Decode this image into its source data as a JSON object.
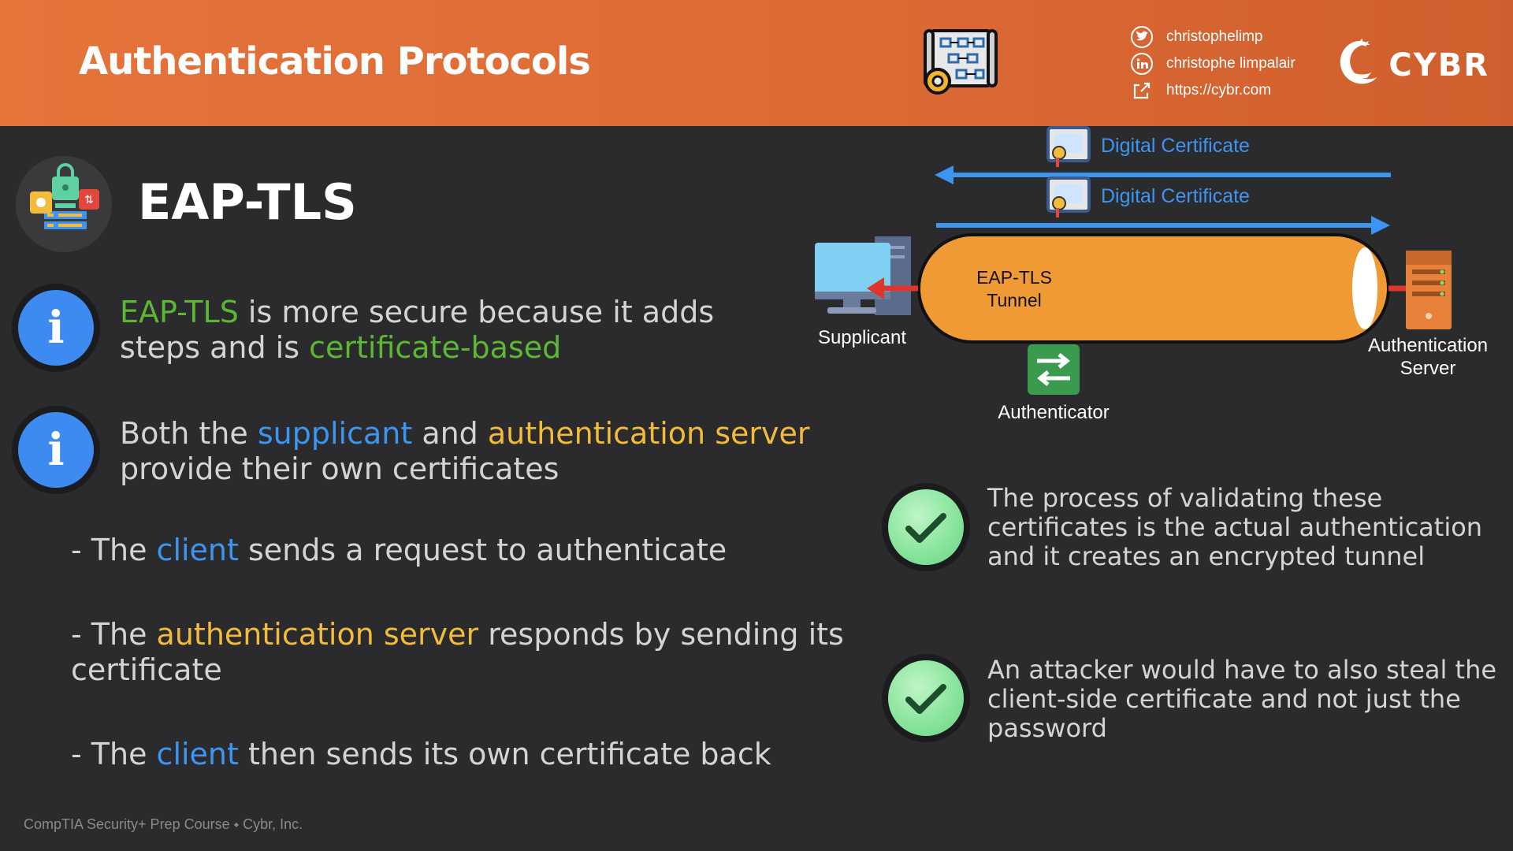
{
  "header": {
    "title": "Authentication Protocols",
    "socials": [
      {
        "icon": "twitter-icon",
        "text": "christophelimp"
      },
      {
        "icon": "linkedin-icon",
        "text": "christophe limpalair"
      },
      {
        "icon": "external-link-icon",
        "text": "https://cybr.com"
      }
    ],
    "brand": "CYBR",
    "colors": {
      "gradient_start": "#e5743b",
      "gradient_end": "#cf5f2e"
    }
  },
  "section": {
    "title": "EAP-TLS"
  },
  "points": [
    {
      "parts": [
        "EAP-TLS",
        " is more secure because it adds steps and is ",
        "certificate-based"
      ]
    },
    {
      "parts": [
        "Both the ",
        "supplicant",
        " and ",
        "authentication server",
        " provide their own certificates"
      ]
    }
  ],
  "steps": [
    {
      "parts": [
        "- The ",
        "client",
        " sends a request to authenticate"
      ]
    },
    {
      "parts": [
        "- The ",
        "authentication server",
        " responds by sending its certificate"
      ]
    },
    {
      "parts": [
        "- The ",
        "client",
        " then sends its own certificate back"
      ]
    }
  ],
  "diagram": {
    "cert_top": "Digital Certificate",
    "cert_bottom": "Digital Certificate",
    "tunnel_line1": "EAP-TLS",
    "tunnel_line2": "Tunnel",
    "supplicant": "Supplicant",
    "server_line1": "Authentication",
    "server_line2": "Server",
    "authenticator": "Authenticator"
  },
  "checks": [
    {
      "text": "The process of validating these certificates is the actual authentication and it creates an encrypted tunnel"
    },
    {
      "text": "An attacker would have to also steal the client-side certificate and not just the password"
    }
  ],
  "footer": "CompTIA Security+ Prep Course ⬩ Cybr, Inc.",
  "accent_colors": {
    "green": "#5cb832",
    "blue": "#3d95f2",
    "yellow": "#f2bb3a",
    "tunnel": "#f09a35"
  }
}
